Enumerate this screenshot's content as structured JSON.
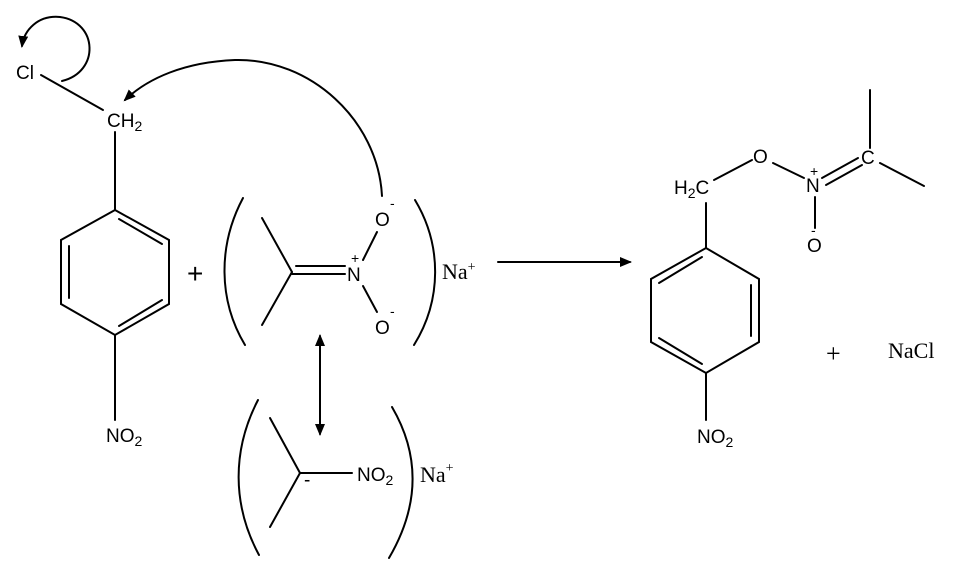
{
  "reactant1": {
    "leaving_group": "Cl",
    "ch2": {
      "main": "CH",
      "sub": "2"
    },
    "nitro": {
      "main": "NO",
      "sub": "2"
    }
  },
  "plus1": "+",
  "reactant2": {
    "nitronate": {
      "n": "N",
      "n_charge": "+",
      "o_top": "O",
      "o_top_charge": "-",
      "o_bottom": "O",
      "o_bottom_charge": "-"
    },
    "counterion": {
      "main": "Na",
      "sup": "+"
    },
    "resonance": {
      "carbanion_charge": "-",
      "nitro": {
        "main": "NO",
        "sub": "2"
      },
      "counterion": {
        "main": "Na",
        "sup": "+"
      }
    }
  },
  "product": {
    "ch2": {
      "main": "H",
      "sub": "2",
      "tail": "C"
    },
    "o_link": "O",
    "n": "N",
    "n_charge": "+",
    "c": "C",
    "o_minus": "O",
    "o_minus_charge": "-",
    "nitro": {
      "main": "NO",
      "sub": "2"
    }
  },
  "plus2": "+",
  "byproduct": "NaCl"
}
